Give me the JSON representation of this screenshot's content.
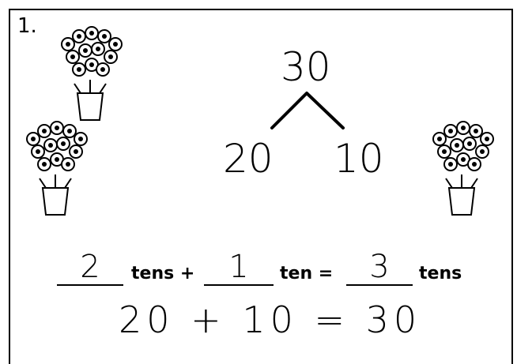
{
  "problem": {
    "number": "1.",
    "number_bond": {
      "whole": "30",
      "part_left": "20",
      "part_right": "10"
    },
    "equation1": {
      "blank1": "2",
      "word1": "tens +",
      "blank2": "1",
      "word2": "ten =",
      "blank3": "3",
      "word3": "tens"
    },
    "equation2": "20 + 10 = 30"
  },
  "images": {
    "bouquet_icon": "flower-bouquet-icon",
    "count": 3
  }
}
